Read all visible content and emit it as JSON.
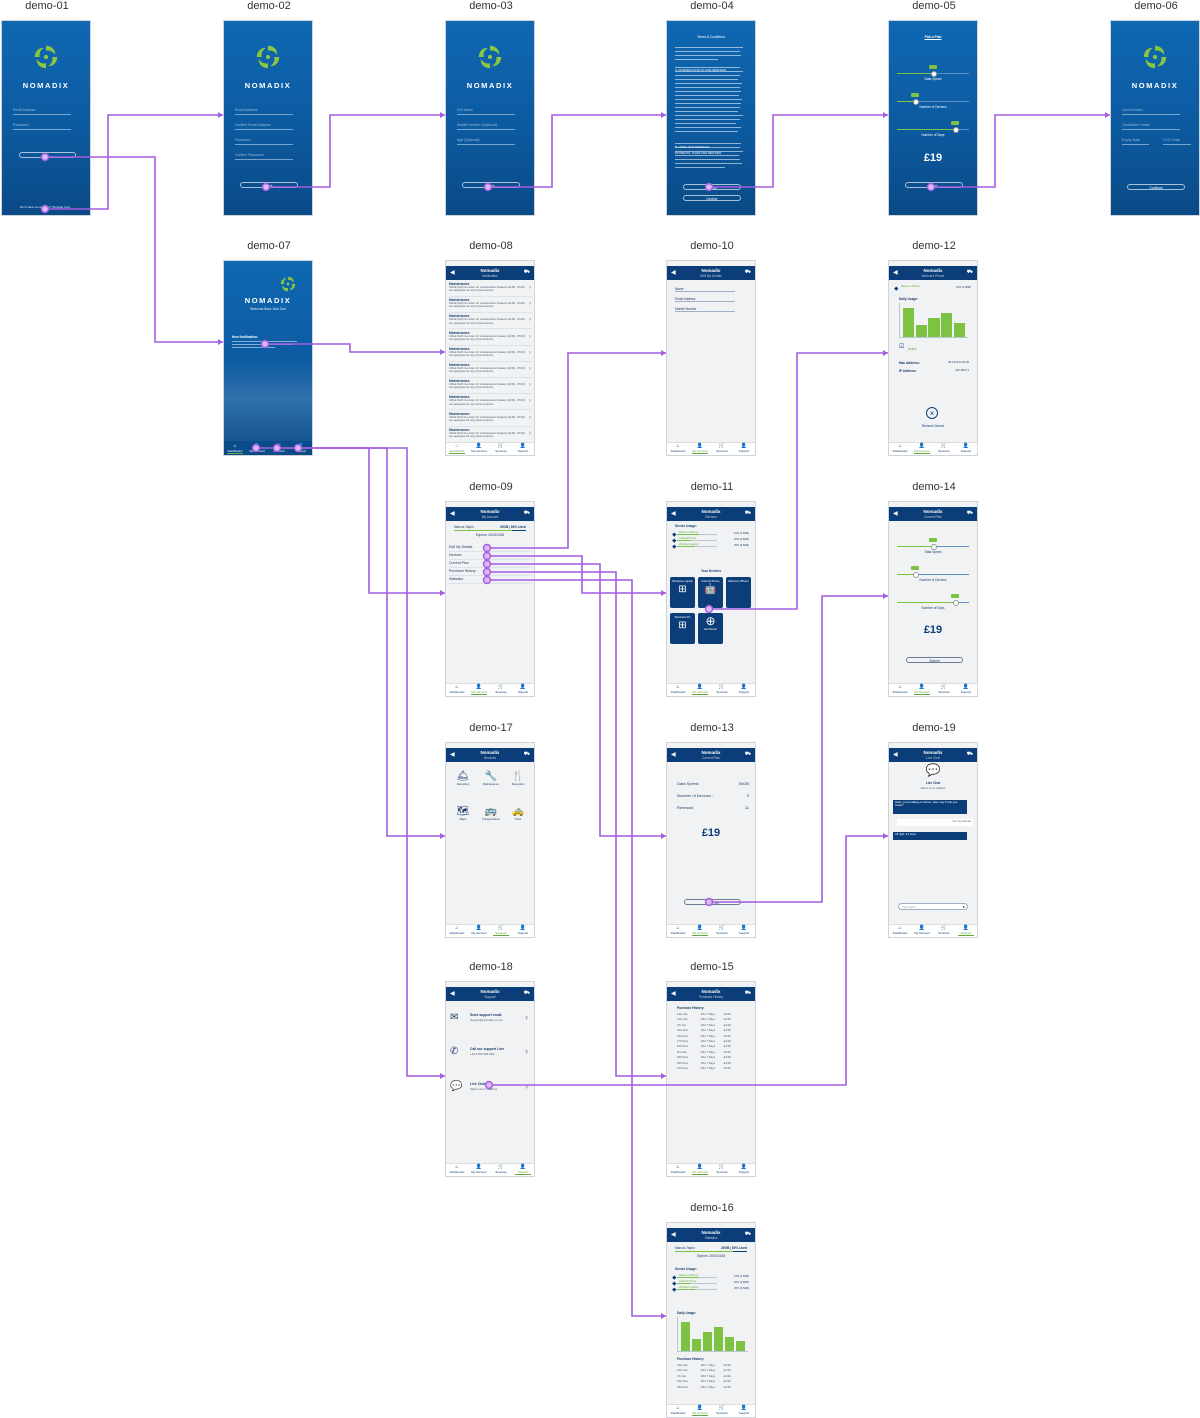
{
  "screens": {
    "s01": {
      "label": "demo-01",
      "brand": "NOMADIX",
      "email": "Email Address",
      "password": "Password",
      "signup": "Don't have an account?  Register here"
    },
    "s02": {
      "label": "demo-02",
      "brand": "NOMADIX",
      "f1": "Email Address",
      "f2": "Confirm Email Address",
      "f3": "Password",
      "f4": "Confirm Password",
      "btn": "Next"
    },
    "s03": {
      "label": "demo-03",
      "brand": "NOMADIX",
      "f1": "Full Name",
      "f2": "Mobile Number (Optional)",
      "f3": "Age (Optional)",
      "btn": "Next"
    },
    "s04": {
      "label": "demo-04",
      "title": "Terms & Conditions",
      "h1": "A. INTRODUCTION TO OUR SERVICES",
      "h2": "B. USING OUR SERVICES",
      "h3": "PAYMENTS, TAXES AND REFUNDS",
      "accept": "Accept",
      "decline": "Decline"
    },
    "s05": {
      "label": "demo-05",
      "title": "Pick a Plan",
      "l1": "Data Speed",
      "l2": "Number of Devices",
      "l3": "Number of Days",
      "price": "£19",
      "btn": "Next"
    },
    "s06": {
      "label": "demo-06",
      "brand": "NOMADIX",
      "f1": "Card Number",
      "f2": "Cardholder Name",
      "f3": "Expiry Date",
      "f4": "CVC Code",
      "btn": "Continue"
    },
    "s07": {
      "label": "demo-07",
      "brand": "NOMADIX",
      "welcome": "Welcome Back John Doe",
      "notif": "New Notification:"
    },
    "s08": {
      "label": "demo-08",
      "title": "Nomadix",
      "sub": "Notification",
      "item_h": "Maintenance",
      "item_b": "UDLE Wi-Fi be down for maintenance between 02:00 - 05:00, we apologise for any inconvenience"
    },
    "s09": {
      "label": "demo-09",
      "title": "Nomadix",
      "sub": "My Account",
      "user": "Marcus Taylor",
      "plan": "20GB | 80% Used",
      "expires": "Expires: 20/02/2018",
      "m1": "Edit My Details",
      "m2": "Devices",
      "m3": "Current Plan",
      "m4": "Purchase History",
      "m5": "Statistics"
    },
    "s10": {
      "label": "demo-10",
      "title": "Nomadix",
      "sub": "Edit My Details",
      "f1": "Name",
      "f2": "Email Address",
      "f3": "Mobile Number"
    },
    "s11": {
      "label": "demo-11",
      "title": "Nomadix",
      "sub": "Devices",
      "usage": "Device Usage:",
      "yours": "Your Devices",
      "d1": "Windows Laptop",
      "d2": "Android Phone",
      "d3": "Marcus's iPhone",
      "d4": "Windows PC",
      "add": "Add Device"
    },
    "s12": {
      "label": "demo-12",
      "title": "Nomadix",
      "sub": "Marcus's Phone",
      "daily": "Daily Usage:",
      "active": "Active",
      "mac_l": "Mac Address:",
      "mac_v": "00:14:22:01:23:45",
      "ip_l": "IP Address:",
      "ip_v": "192.168.0.1",
      "remove": "Remove Device"
    },
    "s13": {
      "label": "demo-13",
      "title": "Nomadix",
      "sub": "Current Plan",
      "r1l": "Data Speed:",
      "r1v": "50GB",
      "r2l": "Number of Devices :",
      "r2v": "3",
      "r3l": "Renewal:",
      "r3v": "11",
      "price": "£19",
      "btn": "Edit Plan"
    },
    "s14": {
      "label": "demo-14",
      "title": "Nomadix",
      "sub": "Current Plan",
      "l1": "Data Speed",
      "l2": "Number of Devices",
      "l3": "Number of Days",
      "price": "£19",
      "btn": "Submit"
    },
    "s15": {
      "label": "demo-15",
      "title": "Nomadix",
      "sub": "Purchase History",
      "heading": "Purchase History:"
    },
    "s16": {
      "label": "demo-16",
      "title": "Nomadix",
      "sub": "Statistics",
      "user": "Marcus Taylor",
      "plan": "20GB | 80% Used",
      "expires": "Expires: 20/02/2018",
      "usage": "Device Usage:",
      "daily": "Daily Usage:",
      "heading": "Purchase History:"
    },
    "s17": {
      "label": "demo-17",
      "title": "Nomadix",
      "sub": "Services",
      "i1": "Reception",
      "i2": "Maintenance",
      "i3": "Reception",
      "i4": "Maps",
      "i5": "Transportation",
      "i6": "Taxis"
    },
    "s18": {
      "label": "demo-18",
      "title": "Nomadix",
      "sub": "Support",
      "r1h": "Send support email",
      "r1s": "support@nomadix.co.uk",
      "r2h": "Call our support Line",
      "r2s": "+44 1702 208 466",
      "r3h": "Live Chat",
      "r3s": "Talk to us in realtime"
    },
    "s19": {
      "label": "demo-19",
      "title": "Nomadix",
      "sub": "Live Chat",
      "heading": "Live Chat",
      "tagline": "Talk to us in realtime",
      "msg1": "Hello, you're talking to Simon. How may I help you today?",
      "msg2": "Fix my internet",
      "msg3": "All right, it's fixed",
      "input": "Type Here"
    }
  },
  "tabs": [
    "Dashboard",
    "My Account",
    "Services",
    "Support"
  ],
  "history": [
    [
      "21st Jan",
      "10G 7 Days",
      "£4.99"
    ],
    [
      "14th Jan",
      "10G 7 Days",
      "£4.99"
    ],
    [
      "7th Jan",
      "10G 7 Days",
      "£4.99"
    ],
    [
      "31st Dec",
      "10G 7 Days",
      "£4.99"
    ],
    [
      "24th Dec",
      "10G 7 Days",
      "£4.99"
    ],
    [
      "17th Dec",
      "10G 7 Days",
      "£4.99"
    ],
    [
      "10th Dec",
      "10G 7 Days",
      "£4.99"
    ],
    [
      "3rd Dec",
      "10G 7 Days",
      "£4.99"
    ],
    [
      "26th Nov",
      "10G 7 Days",
      "£4.99"
    ],
    [
      "19th Nov",
      "10G 7 Days",
      "£4.99"
    ],
    [
      "12th Nov",
      "10G 7 Days",
      "£4.99"
    ]
  ],
  "devices_usage": [
    {
      "name": "Marcus's iPhone",
      "value": "10% (1.5GB)",
      "fill": 0.55
    },
    {
      "name": "Android Phone",
      "value": "20% (2.5GB)",
      "fill": 0.35
    },
    {
      "name": "Windows Laptop",
      "value": "30% (3.5GB)",
      "fill": 0.45
    }
  ],
  "daily_bars_12": [
    0.85,
    0.35,
    0.55,
    0.7,
    0.4
  ],
  "daily_bars_16": [
    0.85,
    0.35,
    0.55,
    0.7,
    0.4,
    0.3
  ],
  "colors": {
    "accent": "#7dc242",
    "navy": "#0b3e78",
    "link": "#a35de0"
  }
}
